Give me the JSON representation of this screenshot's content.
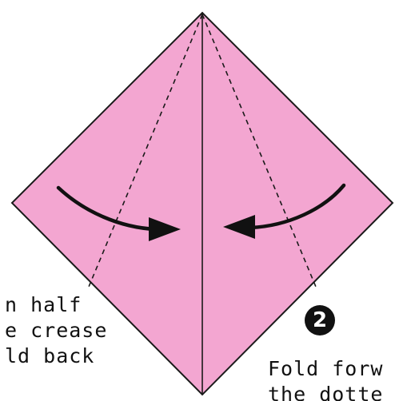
{
  "captions": {
    "left": [
      "n half",
      "e crease",
      "ld back"
    ],
    "right": [
      "Fold forw",
      "the dotte"
    ]
  },
  "step": {
    "number": "2"
  },
  "colors": {
    "paper": "#f3a6d1",
    "outline": "#1a1a1a",
    "arrow": "#111111",
    "badge": "#111111"
  },
  "icons": {
    "left_arrow": "curved-arrow-right-icon",
    "right_arrow": "curved-arrow-left-icon"
  }
}
